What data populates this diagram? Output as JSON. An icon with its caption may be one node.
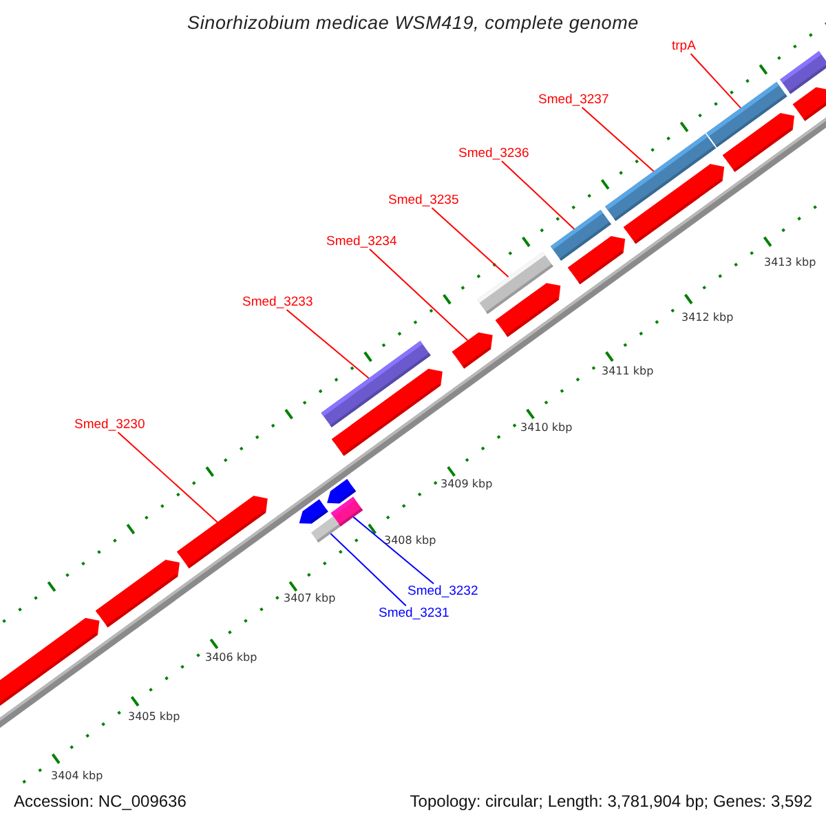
{
  "diagram": {
    "title": "Sinorhizobium medicae WSM419, complete genome",
    "nodes": [
      {
        "text": [
          "trpA"
        ]
      },
      {
        "text": [
          "Smed_3237"
        ]
      },
      {
        "text": [
          "Smed_3236"
        ]
      },
      {
        "text": [
          "Smed_3235"
        ]
      },
      {
        "text": [
          "Smed_3234"
        ]
      },
      {
        "text": [
          "Smed_3233"
        ]
      },
      {
        "text": [
          "Smed_3230"
        ]
      },
      {
        "text": [
          "Smed_3232"
        ]
      },
      {
        "text": [
          "Smed_3231"
        ]
      },
      {
        "text": [],
        "shape": "arrow"
      },
      {
        "text": [],
        "shape": "arrow"
      },
      {
        "text": [],
        "shape": "arrow"
      },
      {
        "text": [],
        "shape": "arrow"
      },
      {
        "text": [],
        "shape": "bar"
      },
      {
        "text": [],
        "shape": "bar"
      },
      {
        "text": [],
        "shape": "arrow"
      },
      {
        "text": [],
        "shape": "arrow"
      },
      {
        "text": [],
        "shape": "bar"
      },
      {
        "text": [],
        "shape": "arrow"
      },
      {
        "text": [],
        "shape": "bar"
      },
      {
        "text": [],
        "shape": "arrow"
      },
      {
        "text": [],
        "shape": "bar"
      },
      {
        "text": [],
        "shape": "arrow"
      },
      {
        "text": [],
        "shape": "bar"
      },
      {
        "text": [],
        "shape": "arrow"
      },
      {
        "text": [],
        "shape": "bar"
      },
      {
        "text": [],
        "shape": "arrow"
      },
      {
        "text": [],
        "shape": "arrow"
      },
      {
        "text": [],
        "shape": "bar"
      }
    ],
    "edges": [
      {
        "from": 0,
        "to": 25,
        "arrow": "none"
      },
      {
        "from": 1,
        "to": 23,
        "arrow": "none"
      },
      {
        "from": 2,
        "to": 21,
        "arrow": "none"
      },
      {
        "from": 3,
        "to": 19,
        "arrow": "none"
      },
      {
        "from": 4,
        "to": 18,
        "arrow": "none"
      },
      {
        "from": 5,
        "to": 17,
        "arrow": "none"
      },
      {
        "from": 6,
        "to": 11,
        "arrow": "none"
      },
      {
        "from": 7,
        "to": 14,
        "arrow": "none",
        "color": "#0000ff"
      },
      {
        "from": 8,
        "to": 13,
        "arrow": "none",
        "color": "#0000ff"
      }
    ],
    "labels": [
      "3413 kbp",
      "3412 kbp",
      "3411 kbp",
      "3410 kbp",
      "3409 kbp",
      "3408 kbp",
      "3407 kbp",
      "3406 kbp",
      "3405 kbp",
      "3404 kbp",
      "Accession: NC_009636",
      "Topology: circular; Length: 3,781,904 bp; Genes: 3,592"
    ]
  }
}
